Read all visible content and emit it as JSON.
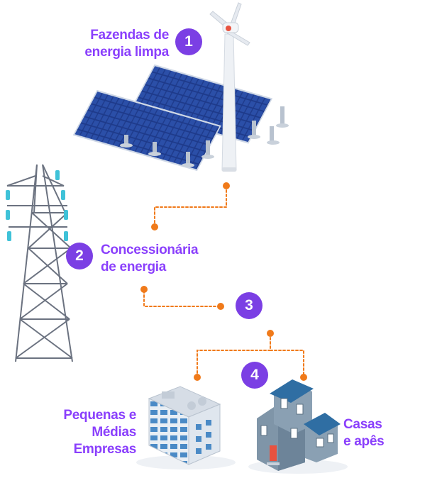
{
  "steps": [
    {
      "number": "1",
      "line1": "Fazendas de",
      "line2": "energia limpa"
    },
    {
      "number": "2",
      "line1": "Concessionária",
      "line2": "de energia"
    },
    {
      "number": "3"
    },
    {
      "number": "4"
    }
  ],
  "destinations": {
    "business": {
      "line1": "Pequenas e",
      "line2": "Médias",
      "line3": "Empresas"
    },
    "homes": {
      "line1": "Casas",
      "line2": "e apês"
    }
  },
  "colors": {
    "accent": "#8a3ffc",
    "badge": "#7b3fe4",
    "connector": "#f07a1a",
    "solar_panel": "#1f3d8c",
    "building": "#3d7fbf",
    "house_roof": "#2f6ea3"
  },
  "icons": [
    "wind-turbine-icon",
    "solar-panel-icon",
    "transmission-tower-icon",
    "office-building-icon",
    "house-icon"
  ]
}
